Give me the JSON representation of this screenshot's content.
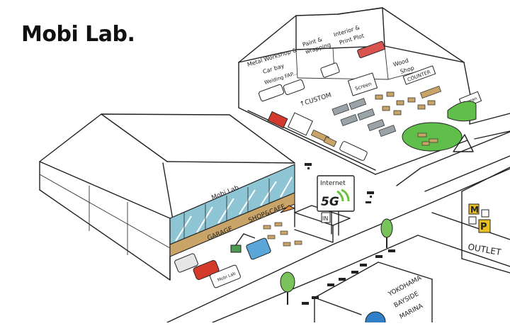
{
  "title": "Mobi Lab.",
  "colors": {
    "glass": "#8ec5d4",
    "wood": "#c9a468",
    "lawn": "#5fbf4a",
    "tree": "#79c45a",
    "fiveg": "#6bbf3a",
    "car_red": "#d33a2c",
    "van_blue": "#5aa6d8",
    "outlet_yellow": "#e8c020",
    "marina_blue": "#2f7fc9"
  },
  "workshop": {
    "metal": [
      "Metal Workshop &",
      "Car bay"
    ],
    "welding": "Welding FAP...",
    "paint": [
      "Paint &",
      "wrapping"
    ],
    "interior": [
      "Interior &",
      "Print Plot"
    ],
    "wood": [
      "Wood",
      "Shop"
    ],
    "counter": "COUNTER",
    "custom": "↑CUSTOM",
    "screen": "Screen",
    "screen2": "Screen"
  },
  "garage": {
    "sign": "Mobi Lab",
    "band_left": "GARAGE",
    "band_right": "SHOP&CAFE",
    "truck_label": "Mobi Lab"
  },
  "tower": {
    "internet": "Internet",
    "net": "5G",
    "in_sign": "IN"
  },
  "outlet": {
    "letter_m": "M",
    "letter_p": "P",
    "label": "OUTLET"
  },
  "marina": {
    "line1": "YOKOHAMA",
    "line2": "BAYSIDE",
    "line3": "MARINA"
  }
}
